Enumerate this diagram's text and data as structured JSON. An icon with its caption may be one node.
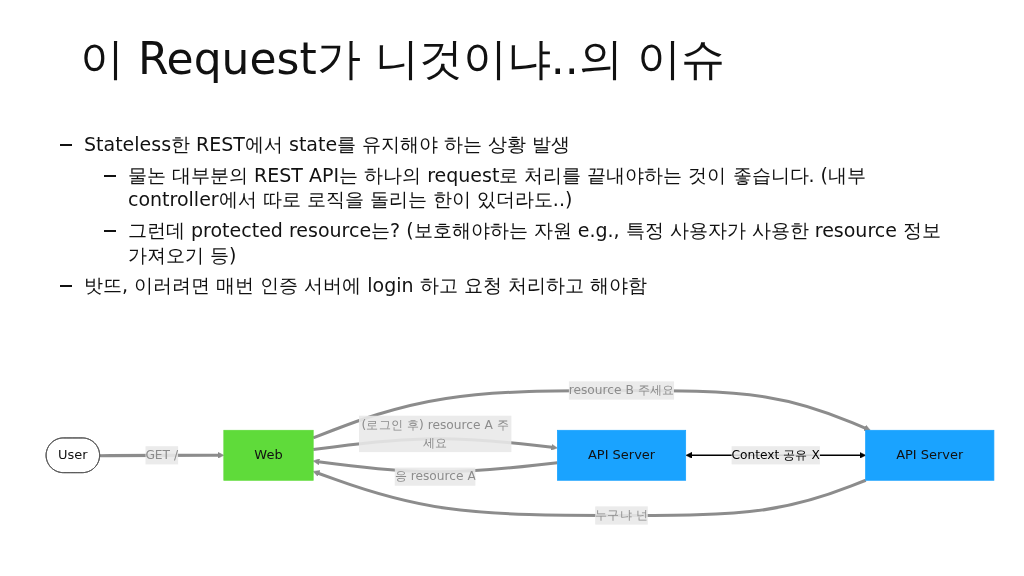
{
  "diagram": {
    "title": "이 Request가 니것이냐..의 이슈",
    "nodes": [
      {
        "text": [
          "User"
        ]
      },
      {
        "text": [
          "Web"
        ]
      },
      {
        "text": [
          "API Server"
        ]
      },
      {
        "text": [
          "API Server"
        ]
      }
    ],
    "edges": [
      {
        "from": 0,
        "to": 1,
        "arrow": "to",
        "label": "GET /"
      },
      {
        "from": 1,
        "to": 2,
        "arrow": "to",
        "label": "(로그인 후) resource A 주세요"
      },
      {
        "from": 2,
        "to": 1,
        "arrow": "to",
        "label": "응 resource A"
      },
      {
        "from": 1,
        "to": 3,
        "arrow": "to",
        "label": "resource B 주세요"
      },
      {
        "from": 3,
        "to": 1,
        "arrow": "to",
        "label": "누구냐 넌"
      },
      {
        "from": 2,
        "to": 3,
        "arrow": "both",
        "label": "Context 공유 X",
        "color": "#000000"
      }
    ],
    "labels": [
      "Stateless한 REST에서 state를 유지해야 하는 상황 발생",
      "물논 대부분의 REST API는 하나의 request로 처리를 끝내야하는 것이 좋습니다. (내부 controller에서 따로 로직을 돌리는 한이 있더라도..)",
      "그런데 protected resource는? (보호해야하는 자원 e.g., 특정 사용자가 사용한 resource 정보 가져오기 등)",
      "밧뜨, 이러려면 매번 인증 서버에 login 하고 요청 처리하고 해야함"
    ]
  }
}
